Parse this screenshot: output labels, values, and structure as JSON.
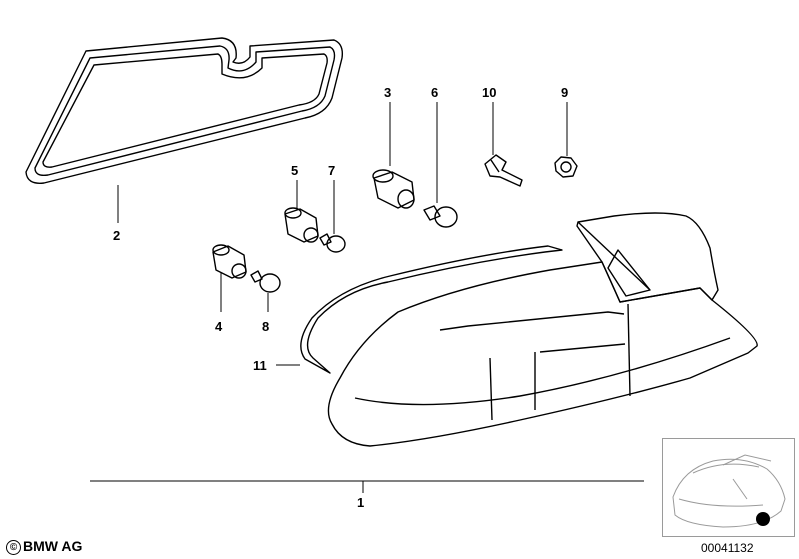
{
  "callouts": {
    "c1": "1",
    "c2": "2",
    "c3": "3",
    "c4": "4",
    "c5": "5",
    "c6": "6",
    "c7": "7",
    "c8": "8",
    "c9": "9",
    "c10": "10",
    "c11": "11"
  },
  "footer": {
    "copyright": "BMW AG",
    "copyright_symbol": "©",
    "reference_number": "00041132"
  },
  "thumbnail": {
    "icon": "car-rear-location-icon"
  }
}
